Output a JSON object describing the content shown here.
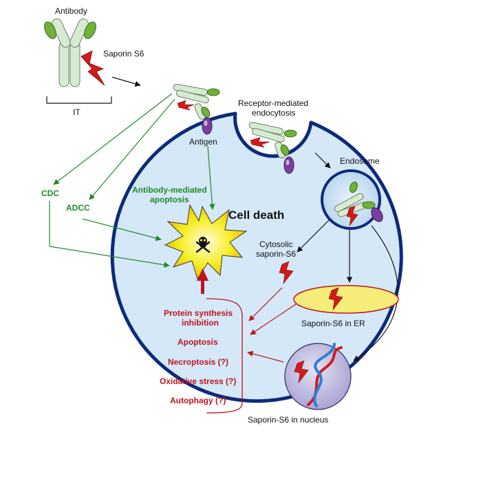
{
  "labels": {
    "antibody": "Antibody",
    "saporin": "Saporin S6",
    "it": "IT",
    "receptor_line1": "Receptor-mediated",
    "receptor_line2": "endocytosis",
    "antigen": "Antigen",
    "endosome": "Endosome",
    "cdc": "CDC",
    "adcc": "ADCC",
    "ab_apoptosis_line1": "Antibody-mediated",
    "ab_apoptosis_line2": "apoptosis",
    "cell_death": "Cell death",
    "cytosolic_line1": "Cytosolic",
    "cytosolic_line2": "saporin-S6",
    "er": "Saporin-S6 in ER",
    "nucleus": "Saporin-S6 in nucleus"
  },
  "effects": [
    "Protein synthesis",
    "inhibition",
    "Apoptosis",
    "Necroptosis (?)",
    "Oxidative stress (?)",
    "Autophagy (?)"
  ],
  "colors": {
    "cell_fill": "#d4e8f7",
    "membrane": "#0d2a7a",
    "green_arrow": "#1f8a2a",
    "red_arrow": "#c0141c",
    "er_fill": "#f5ec7a",
    "nucleus_fill": "#c9c6e6",
    "antibody_body": "#d6ecd0",
    "antibody_tip": "#6fb13a",
    "antigen": "#7a3f9e",
    "toxin": "#d21a1a",
    "star_fill": "#f7ee2c"
  },
  "icons": [
    "skull-crossbones-icon",
    "lightning-toxin-icon",
    "dna-helix-icon"
  ]
}
